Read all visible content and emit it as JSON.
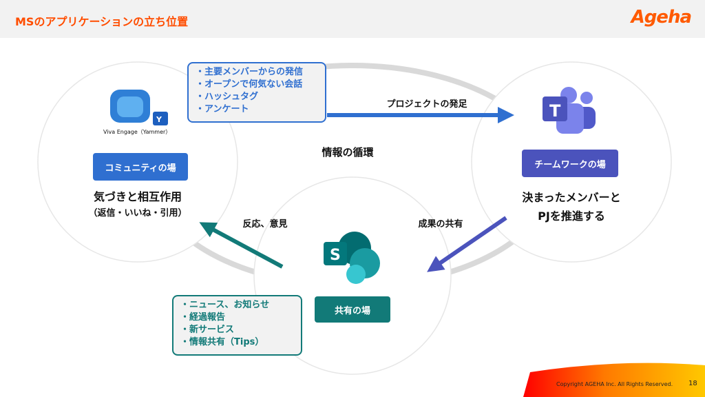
{
  "header": {
    "title": "MSのアプリケーションの立ち位置",
    "logo": "Ageha"
  },
  "community": {
    "app_name": "Viva Engage（Yammer）",
    "tag": "コミュニティの場",
    "desc": "気づきと相互作用",
    "sub": "（返信・いいね・引用）"
  },
  "teamwork": {
    "tag": "チームワークの場",
    "desc1": "決まったメンバーと",
    "desc2": "PJを推進する"
  },
  "share": {
    "tag": "共有の場"
  },
  "center_label": "情報の循環",
  "arrows": {
    "project": "プロジェクトの発足",
    "reaction": "反応、意見",
    "results": "成果の共有"
  },
  "callout_top": [
    "主要メンバーからの発信",
    "オープンで何気ない会話",
    "ハッシュタグ",
    "アンケート"
  ],
  "callout_bottom": [
    "ニュース、お知らせ",
    "経過報告",
    "新サービス",
    "情報共有（Tips）"
  ],
  "footer": {
    "copyright": "Copyright AGEHA Inc. All Rights Reserved.",
    "page": "18"
  },
  "colors": {
    "accent": "#ff4d00",
    "blue": "#2f6fd0",
    "indigo": "#4b53bc",
    "teal": "#127a78"
  }
}
